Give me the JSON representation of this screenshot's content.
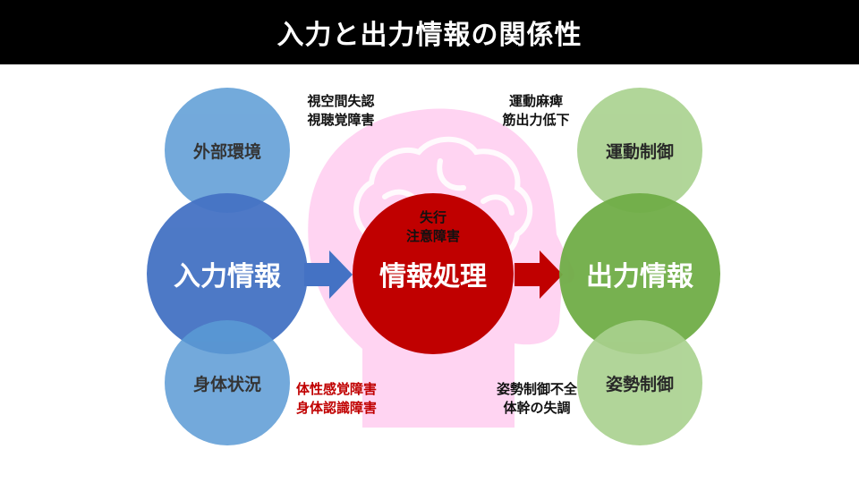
{
  "title": "入力と出力情報の関係性",
  "colors": {
    "blue_light": "#5b9bd5",
    "blue_dark": "#4472c4",
    "red": "#c00000",
    "green_light": "#a9d18e",
    "green_dark": "#70ad47",
    "head_pink": "#ffccf0"
  },
  "nodes": {
    "external_env": "外部環境",
    "input_info": "入力情報",
    "body_status": "身体状況",
    "processing": "情報処理",
    "motor_control": "運動制御",
    "output_info": "出力情報",
    "posture_control": "姿勢制御"
  },
  "notes": {
    "perception_disorders": "視空間失認\n視聴覚障害",
    "executive_attention": "失行\n注意障害",
    "motor_disorders": "運動麻痺\n筋出力低下",
    "somatosensory_disorders": "体性感覚障害\n身体認識障害",
    "postural_disorders": "姿勢制御不全\n体幹の失調"
  }
}
